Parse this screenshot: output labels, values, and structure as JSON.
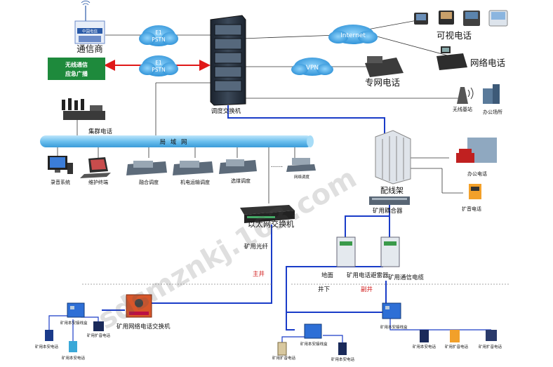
{
  "labels": {
    "telecom_operator": "通信商",
    "wireless_broadcast": "无线通信\n应急广播",
    "e1_pstn_1": "E1\nPSTN",
    "e1_pstn_2": "E1\nPSTN",
    "internet": "Internet",
    "vpn": "VPN",
    "video_phone": "可视电话",
    "network_phone": "网络电话",
    "private_phone": "专网电话",
    "dispatch_switch": "调度交换机",
    "wireless_base": "无线基站",
    "office_place": "办公场所",
    "trunk_phone": "集群电话",
    "lan": "局 域 网",
    "recording_system": "录音系统",
    "maintenance_terminal": "维护终端",
    "fusion_dispatch": "融合调度",
    "mech_transport_dispatch": "机电运输调度",
    "coal_wash_dispatch": "选煤调度",
    "network_dispatch": "网络调度",
    "distribution_frame": "配线架",
    "office_phone": "办公电话",
    "mine_coupler": "矿用耦合器",
    "speaker_phone": "扩音电话",
    "ethernet_switch": "以太网交换机",
    "mine_fiber": "矿用光纤",
    "mine_phone_arrester": "矿用电话避雷器",
    "mine_comm_cable": "矿用通信电缆",
    "ground": "地面",
    "underground": "井下",
    "main_shaft": "主井",
    "aux_shaft": "副井",
    "mine_network_switch": "矿用网络电话交换机",
    "is_line_box_1": "矿用本安接线盒",
    "is_phone_1": "矿用本安电话",
    "speaker_phone_1": "矿用扩音电话",
    "is_phone_2": "矿用本安电话",
    "speaker_phone_2": "矿用扩音电话",
    "is_line_box_2": "矿用本安接线盒",
    "is_phone_3": "矿用本安电话",
    "is_line_box_3": "矿用本安接线盒",
    "is_phone_4": "矿用本安电话",
    "speaker_phone_3": "矿用扩音电话",
    "speaker_phone_4": "矿用扩音电话",
    "telecom_logo": "中国电信",
    "watermark": "sdsmznkj.163.com"
  },
  "colors": {
    "blue_line": "#1a3cc8",
    "red_arrow": "#e01818",
    "cloud": "#3fa6e6",
    "lan_bar": "#7cc8f0",
    "green_box": "#1e8a3c",
    "explosion_box": "#2e6fd6",
    "orange_box": "#d8562a",
    "rack": "#2c3a4a"
  }
}
